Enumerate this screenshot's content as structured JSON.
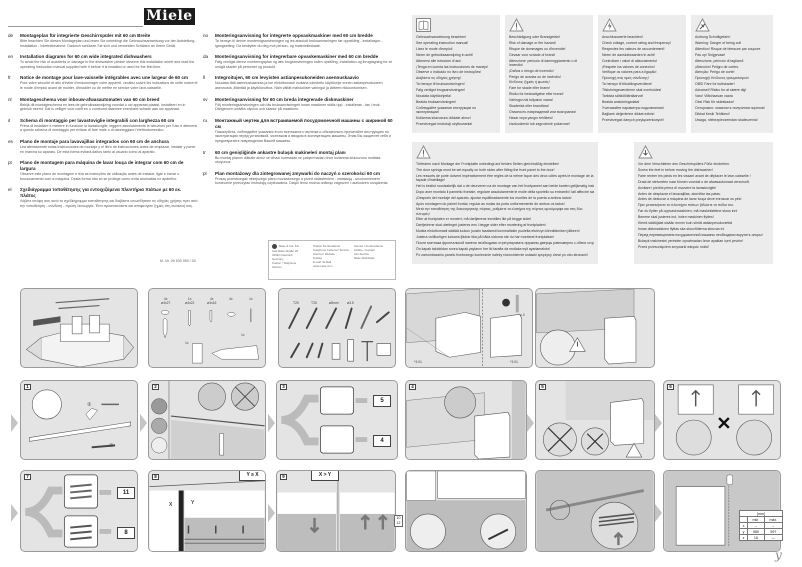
{
  "brand": {
    "logo": "Miele"
  },
  "languages": {
    "col1": [
      {
        "code": "de",
        "title": "Montageplan für integrierte Geschirrspüler mit 60 cm Breite",
        "body": "Bitte beachten Sie diesen Montageplan und lesen Sie unbedingt die Gebrauchsanweisung vor der Aufstellung - Installation - Inbetriebnahme. Dadurch schützen Sie sich und vermeiden Schäden an Ihrem Gerät."
      },
      {
        "code": "en",
        "title": "Installation diagrams for 60 cm wide integrated dishwashers",
        "body": "To avoid the risk of accidents or damage to the dishwasher please observe this installation sheet and read the operating instruction manual supplied with it before it is installed or used for the first time."
      },
      {
        "code": "fr",
        "title": "Notice de montage pour lave-vaisselle intégrables avec une largeur de 60 cm",
        "body": "Pour votre sécurité et afin d'éviter d'endommager votre appareil, veuillez suivre les indications de cette notice et le mode d'emploi avant de monter, d'installer ou de mettre en service votre lave-vaisselle."
      },
      {
        "code": "nl",
        "title": "Montageschema voor inbouw-afwasautomaten van 60 cm breed",
        "body": "Bekijk dit montageschema en lees de gebruiksaanwijzing voordat u uw apparaat plaatst, installeert en in gebruik neemt. Dat is veiliger voor uzelf en u voorkomt daarmee eventuele schade aan uw apparaat."
      },
      {
        "code": "it",
        "title": "Schema di montaggio per lavastoviglie integrabili con larghezza 60 cm",
        "body": "Prima di installare e mettere in funzione la lavastoviglie, leggere assolutamente le istruzioni per l'uso e attenersi a questo schema di montaggio per evitare di fare male o di danneggiare l'elettrodomestico."
      },
      {
        "code": "es",
        "title": "Plano de montaje para lavavajillas integrados con 60 cm de anchura",
        "body": "Lea atentamente estas instrucciones de montaje y el libro de instrucciones antes de emplazar, instalar y poner en marcha su aparato. De esta forma evitará daños tanto al usuario como al aparato."
      },
      {
        "code": "pt",
        "title": "Plano de montagem para máquina de lavar louça de integrar com 60 cm de largura",
        "body": "Observe este plano de montagem e leia as instruções de utilização antes de instalar, ligar e iniciar o funcionamento com a máquina. Desta forma não só se protege como evita anomalias no aparelho."
      },
      {
        "code": "el",
        "title": "Σχεδιάγραμμα τοποθέτησης για εντοιχιζόμενα πλυντήρια πιάτων με 60 εκ. πλάτος",
        "body": "Λάβετε υπόψη σας αυτό το σχεδιάγραμμα τοποθέτησης και διαβάστε οπωσδήποτε τις οδηγίες χρήσης πριν από την τοποθέτηση - σύνδεση - πρώτη λειτουργία. Έτσι προστατεύεστε και αποφεύγετε ζημιές στη συσκευή σας."
      }
    ],
    "col2": [
      {
        "code": "no",
        "title": "Monteringsanvisning for integrerte oppvaskmaskiner med 60 cm bredde",
        "body": "Ta hensyn til denne monteringsanvisningen og les absolutt bruksanvisningen før oppstilling - installasjon - igangsetting. Da beskytter du deg mot person- og materielleskade."
      },
      {
        "code": "da",
        "title": "Monteringsanvisning for integrerbare opvaskemaskiner med 60 cm bredde",
        "body": "Følg venligst denne monteringsplan og læs brugsanvisningen inden opstilling, installation og ibrugtagning for at undgå skader på personer og produkt."
      },
      {
        "code": "fi",
        "title": "Integroitujen, 60 cm levyisten astianpesukoneiden asennuskaavio",
        "body": "Noudata tätä asennuskaaviota ja lue ehdottomasti mukana toimitettu käyttöohje ennen astianpesukoneen asennusta, liitäntää ja käyttöönottoa. Näin vältät mahdolliset vahingot ja laitteen rikkoontumisen."
      },
      {
        "code": "sv",
        "title": "Monteringsanvisning för 60 cm breda integrerade diskmaskiner",
        "body": "Följ monteringsanvisningen och läs bruksanvisningen innan maskinen ställs upp - installeras - tas i bruk. Därigenom undviks olyckor och skador på maskinen."
      },
      {
        "code": "ru",
        "title": "Монтажный чертеж для встраиваемой посудомоечной машины с шириной 60 см",
        "body": "Пожалуйста, соблюдайте указания этого монтажного чертежа и обязательно прочитайте инструкцию по эксплуатации перед установкой, монтажом и вводом в эксплуатацию машины. Этим Вы защитите себя и предотвратите повреждения Вашей машины."
      },
      {
        "code": "tr",
        "title": "60 cm genişliğinde ankastre bulaşık makineleri montaj planı",
        "body": "Bu montaj planını dikkate alınız ve cihazı kurmadan ve çalıştırmadan önce kullanma kılavuzunu mutlaka okuyunuz."
      },
      {
        "code": "pl",
        "title": "Plan montażowy dla zintegrowanej zmywarki do naczyń o szerokości 60 cm",
        "body": "Proszę przestrzegać niniejszego planu montażowego a przed ustawieniem - instalacją - uruchomieniem koniecznie przeczytać instrukcję użytkowania. Dzięki temu można uniknąć zagrożeń i uszkodzeń urządzenia."
      }
    ]
  },
  "article_number": "M.-Nr. 09 530 950 / 00",
  "address_box": {
    "col1": [
      "Miele & Cie. KG",
      "Carl-Miele-Straße 29",
      "33332 Gütersloh",
      "Germany",
      "Telefon / Telephone",
      "Internet"
    ],
    "col2": [
      "Telefon Kundendienst",
      "Telephone Customer Service",
      "Internet / Website",
      "Telefax",
      "E-mail / E-Mail",
      "www.miele.com"
    ],
    "col3": [
      "Service / Kundendienst",
      "Hotline / Contact",
      "Info-Service",
      "Miele Worldwide"
    ]
  },
  "warnings": {
    "manual": {
      "icon": "open-book-icon",
      "lines": [
        "Gebrauchsanweisung beachten!",
        "See operating instruction manual!",
        "Lisez le mode d'emploi!",
        "Neem de gebruiksaanwijzing in acht!",
        "Attenersi alle istruzioni d'uso!",
        "¡Tenga en cuenta las instrucciones de manejo!",
        "Observe o indicado no livro de instruções!",
        "Διαβάστε τις οδηγίες χρήσης!",
        "Ta hensyn til bruksanvisningen!",
        "Følg venligst brugsanvisningen!",
        "Noudata käyttöohjetta!",
        "Beakta bruksanvisningen!",
        "Соблюдайте указания инструкции по эксплуатации!",
        "Kullanma kılavuzunu dikkate alınız!",
        "Przestrzegać instrukcji użytkowania!"
      ]
    },
    "fire": {
      "icon": "warning-triangle-icon",
      "lines": [
        "Beschädigung oder Brandgefahr!",
        "Risk of damage or fire hazard!",
        "Risque de dommages ou d'incendie!",
        "Gevaar voor schade of brand!",
        "Attenzione: pericolo di danneggiamento o di incendio!",
        "¡Daños o riesgo de incendio!",
        "Perigo de avarias ou de incêndio!",
        "Κίνδυνος ζημιάς ή φωτιάς!",
        "Fare for skade eller brann!",
        "Risiko for beskadigelse eller brand!",
        "Vahingon tai tulipalon vaara!",
        "Skaderisk eller brandfara!",
        "Опасность повреждений или возгорания!",
        "Hasar veya yangın tehlikesi!",
        "Uszkodzenie lub zagrożenie pożarowe!"
      ]
    },
    "electrical": {
      "icon": "electrical-warning-icon",
      "lines": [
        "Anschlusswerte beachten!",
        "Check voltage, current rating and frequency!",
        "Respectez les valeurs de raccordement!",
        "Neem de aansluitwaarden in acht!",
        "Controllare i valori di allacciamento!",
        "¡Respete los valores de conexión!",
        "Verifique os valores para a ligação!",
        "Προσοχή στις τιμές σύνδεσης!",
        "Ta hensyn til tilkoblingsverdiene!",
        "Tilslutningsværdierne skal overholdes!",
        "Tarkista sähköliitäntäarvot!",
        "Beakta anslutningsdata!",
        "Учитывайте параметры подключения!",
        "Bağlantı değerlerine dikkat ediniz!",
        "Przestrzegać danych przyłączeniowych!"
      ]
    },
    "tipping": {
      "icon": "tipping-hazard-icon",
      "lines": [
        "Achtung Schnittgefahr!",
        "Warning: Danger of being cut!",
        "Attention! Risque de blessure par coupure.",
        "Pas op! Snijgevaar!",
        "Attenzione, pericolo di tagliarsi!",
        "¡Atención! Peligro de cortes.",
        "Atenção: Perigo de corte!",
        "Προσοχή! Κίνδυνος τραυματισμού!",
        "OBS! Fare for kuttskader!",
        "Advarsel! Risiko for at skære dig!",
        "Varo! Viiltohaavan vaara",
        "Obs! Risk för skärskador!",
        "Осторожно: опасность получения порезов!",
        "Dikkat Kesik Tehlikesi!",
        "Uwaga, niebezpieczeństwo skaleczenia!"
      ]
    },
    "door_springs": {
      "icon": "warning-triangle-icon",
      "lines": [
        "Türfedern nach Montage der Frontplatte unbedingt auf beiden Seiten gleichmäßig einstellen!",
        "The door springs must be set equally on both sides after fitting the front panel to the door!",
        "Les ressorts de porte doivent impérativement être réglés de la même façon des deux côtés après le montage de la façade d'habillage!",
        "Het is beslist noodzakelijk dat u de deurveren na de montage van het frontpaneel aan beide kanten gelijkmatig instelt!",
        "Dopo aver montato il pannello frontale, regolare assolutamente le molle della sportello su entrambi i lati affinché siano uguali!",
        "¡Después del montaje del aparato, ajustar equilibradamente los muelles de la puerta a ambos lados!",
        "Após montagem do painel frontal, regular as molas da porta uniformemente de ambos os lados!",
        "Μετά την τοποθέτηση της διακοσμητικής πόρτας, ρυθμίστε τα ελατήρια της πόρτας ομοιόμορφα και στις δύο πλευρές!",
        "Etter at frontplaten er montert, må dørfjærene innstilles likt på begge sider!",
        "Dørfjedrene skal ubetinget justeres ens i begge sider efter montering af frontpladen!",
        "Muista ehdottomasti säätää luukun jousiin tasaisesti kummaltakin puolelta etulevyn kiinnittämisen jälkeen!",
        "Justera ovillkorligen luckans fjädrar lika på båda sidorna när du har monterat frontplattan!",
        "После монтажа фронтальной панели необходимо отрегулировать пружины дверцы равномерно с обеих сторон!",
        "Ön kapak takıldıktan sonra kapak yaylarını her iki tarafta da mutlaka eşit ayarlamalıdır!",
        "Po zamontowaniu panelu frontowego koniecznie należy równomiernie ustawić sprężyny drzwi po obu stronach!"
      ]
    },
    "tie_in": {
      "icon": "tipping-warning-icon",
      "lines": [
        "Vor dem Verschieben des Geschirrspülers Füße eindrehen.",
        "Screw the feet in before moving the dishwasher!",
        "Faire rentrer les pieds en les vissant avant de déplacer le lave-vaisselle !",
        "Draai de stelvoeten naar binnen voordat u de afwasautomaat verschuift.",
        "Avvitare i piedini prima di muovere la lavastoviglie!",
        "Antes de desplazar el lavavajillas, atornillar las patas.",
        "Antes de deslocar a máquina de lavar louça deve enroscar os pés!",
        "Πριν μετακινήσετε το πλυντήριο πιάτων βιδώστε τα πόδια του.",
        "Før du flytter på oppvaskmaskinen, må maskinføttene skrus inn!",
        "Benene skal justeres ind, inden maskinen flyttes!",
        "Kierrä säätöjalat sisään ennen kuin siirrät astianpesukonetta!",
        "Innan diskmaskinen flyttas ska skruvfötterna skruvas in!",
        "Перед перемещением посудомоечной машины необходимо вкрутить опоры!",
        "Bulaşık makinesini yerinden oynatmadan önce ayakları içeri çevirin!",
        "Przed przesunięciem zmywarki wkręcić nóżki!"
      ]
    }
  },
  "parts": [
    {
      "qty": "4x",
      "spec": "ø4x27",
      "type": "screw-with-cap"
    },
    {
      "qty": "1x",
      "spec": "ø4x22",
      "type": "screw"
    },
    {
      "qty": "4x",
      "spec": "ø3x16",
      "type": "screw"
    },
    {
      "qty": "4x",
      "spec": "",
      "type": "cap"
    },
    {
      "qty": "1x",
      "spec": "",
      "type": "pin"
    },
    {
      "qty": "1x",
      "spec": "",
      "type": "wrench"
    },
    {
      "qty": "1x",
      "spec": "",
      "type": "sealant-tube"
    }
  ],
  "tools": {
    "labels": [
      "T20",
      "T25",
      "ø8mm",
      "ø3.5"
    ]
  },
  "dimensions_panel": {
    "left_caption": "*3.01",
    "right_caption": "*3.01",
    "height_badge": "≥ 4"
  },
  "steps": [
    {
      "num": "1",
      "callouts": [
        "②",
        "①"
      ]
    },
    {
      "num": "2"
    },
    {
      "num": "3",
      "next": [
        "5",
        "4"
      ]
    },
    {
      "num": "4"
    },
    {
      "num": "5"
    },
    {
      "num": "6"
    },
    {
      "num": "7",
      "next": [
        "11",
        "8"
      ]
    },
    {
      "num": "8",
      "condition": "Y ≥ X",
      "labels": [
        "X",
        "Y"
      ]
    },
    {
      "num": "9",
      "condition": "X > Y",
      "labels": [
        "X",
        "Y"
      ]
    },
    {
      "num": "10"
    },
    {
      "num": "11"
    },
    {
      "num": "12"
    }
  ],
  "step11_ref": [
    "10",
    "12"
  ],
  "dimension_table": {
    "unit": "[mm]",
    "headers": [
      "",
      "min.",
      "max."
    ],
    "rows": [
      [
        "x",
        "–",
        "–"
      ],
      [
        "y",
        "580",
        "597"
      ],
      [
        "z",
        "16",
        "—"
      ]
    ]
  },
  "corner_mark": "y"
}
